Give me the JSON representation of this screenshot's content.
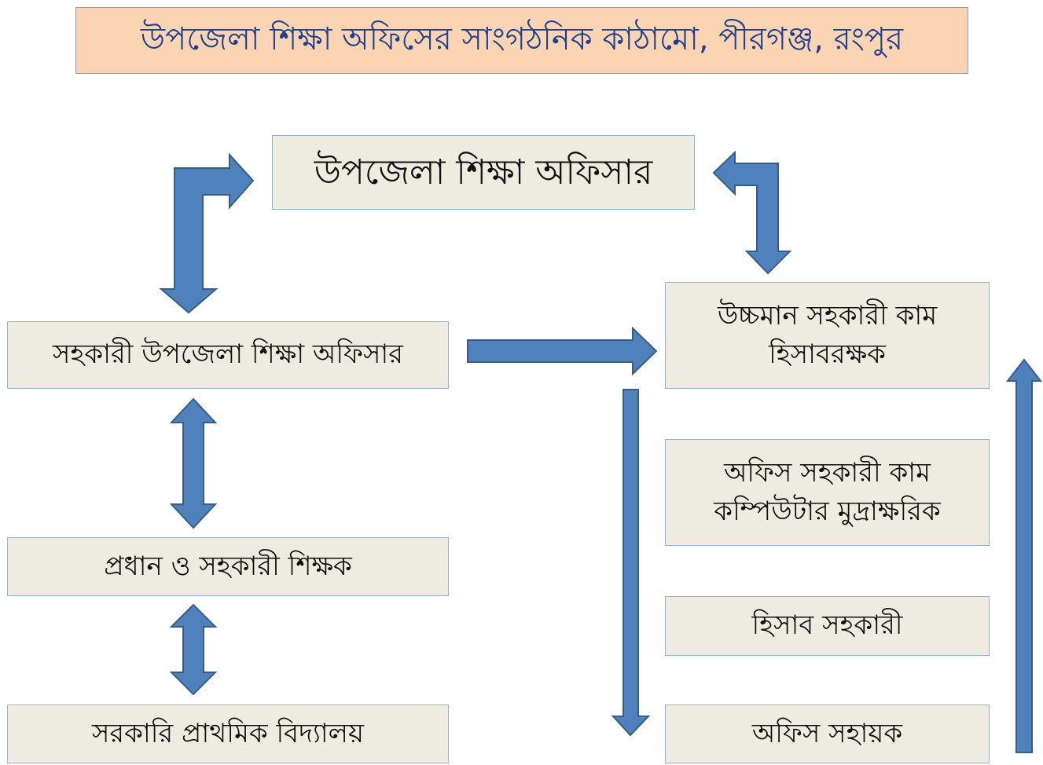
{
  "title": "উপজেলা শিক্ষা অফিসের সাংগঠনিক কাঠামো, পীরগঞ্জ, রংপুর",
  "colors": {
    "title_fill": "#fbd4b4",
    "title_text": "#1f3f8f",
    "box_fill": "#eeece1",
    "arrow_fill": "#4f81bd"
  },
  "nodes": {
    "upazila_officer": "উপজেলা শিক্ষা অফিসার",
    "assistant_officer": "সহকারী উপজেলা শিক্ষা অফিসার",
    "teachers": "প্রধান ও সহকারী শিক্ষক",
    "schools": "সরকারি প্রাথমিক বিদ্যালয়",
    "upper_division_line1": "উচ্চমান সহকারী কাম",
    "upper_division_line2": "হিসাবরক্ষক",
    "office_assistant_line1": "অফিস সহকারী কাম",
    "office_assistant_line2": "কম্পিউটার মুদ্রাক্ষরিক",
    "accounts_assistant": "হিসাব সহকারী",
    "office_helper": "অফিস সহায়ক"
  }
}
